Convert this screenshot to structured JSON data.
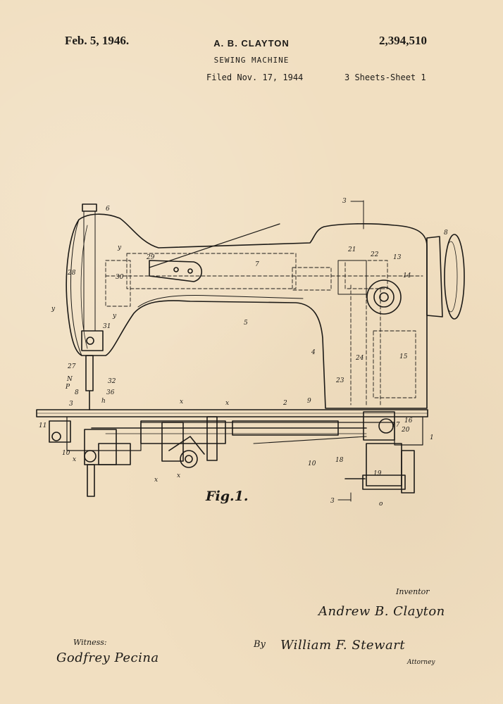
{
  "header": {
    "date": "Feb. 5, 1946.",
    "inventor": "A. B. CLAYTON",
    "patent_number": "2,394,510",
    "title": "SEWING MACHINE",
    "filed": "Filed Nov. 17, 1944",
    "sheets": "3 Sheets-Sheet 1"
  },
  "figure": {
    "label": "Fig.1.",
    "callouts": [
      "6",
      "y",
      "29",
      "7",
      "21",
      "22",
      "13",
      "8",
      "28",
      "30",
      "14",
      "y",
      "y",
      "5",
      "31",
      "4",
      "15",
      "27",
      "24",
      "23",
      "N",
      "32",
      "P",
      "8",
      "36",
      "3",
      "h",
      "x",
      "x",
      "2",
      "9",
      "11",
      "1",
      "16",
      "17",
      "20",
      "10",
      "x",
      "18",
      "19",
      "x",
      "x",
      "10",
      "3",
      "3",
      "o"
    ]
  },
  "signatures": {
    "inventor_label": "Inventor",
    "inventor_name": "Andrew B. Clayton",
    "witness_label": "Witness:",
    "witness_name": "Godfrey Pecina",
    "by_label": "By",
    "attorney_name": "William F. Stewart",
    "attorney_label": "Attorney"
  }
}
